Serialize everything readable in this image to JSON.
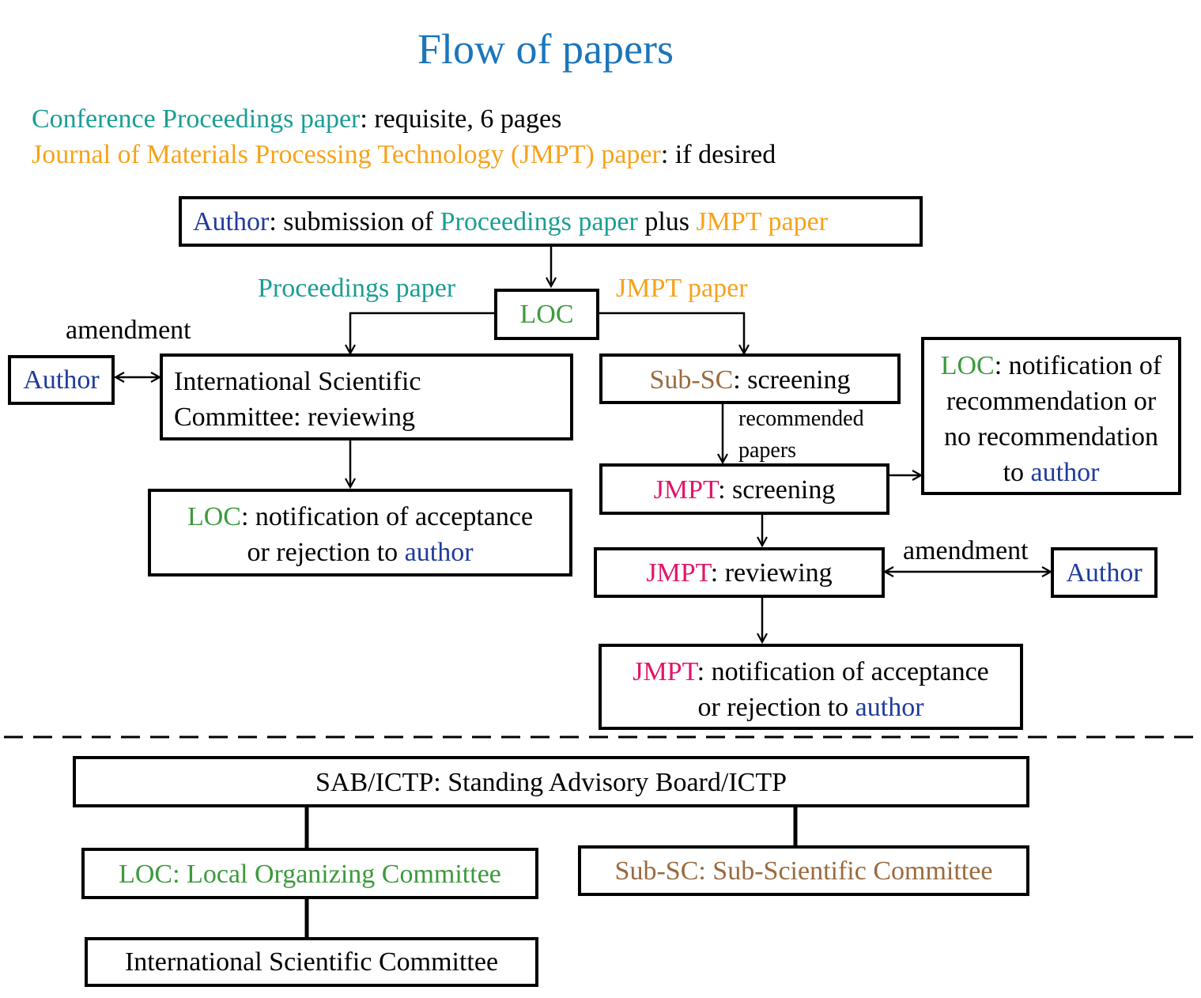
{
  "title": "Flow of papers",
  "legend": {
    "proceedings": {
      "name": "Conference Proceedings paper",
      "sep": ": ",
      "desc": "requisite, 6 pages"
    },
    "journal": {
      "name": "Journal of Materials Processing Technology (JMPT) paper",
      "sep": ": ",
      "desc": "if desired"
    }
  },
  "submission": {
    "author": "Author",
    "p1": ": submission of ",
    "proc": "Proceedings paper",
    "p2": " plus ",
    "jmpt": "JMPT paper"
  },
  "loc_center": "LOC",
  "branch_labels": {
    "left": "Proceedings paper",
    "right": "JMPT paper"
  },
  "amendment_left": "amendment",
  "author_left": "Author",
  "isc_review": {
    "line1": "International Scientific",
    "line2": "Committee: reviewing"
  },
  "loc_notify_left": {
    "loc": "LOC",
    "l1": ": notification of acceptance",
    "l2": "or rejection to ",
    "author": "author"
  },
  "subsc_screen": {
    "name": "Sub-SC",
    "rest": ": screening"
  },
  "recommended": {
    "line1": "recommended",
    "line2": "papers"
  },
  "loc_notify_right": {
    "loc": "LOC",
    "l1": ": notification of",
    "l2": "recommendation or",
    "l3": "no recommendation",
    "l4": "to ",
    "author": "author"
  },
  "jmpt_screen": {
    "name": "JMPT",
    "rest": ":  screening"
  },
  "jmpt_review": {
    "name": "JMPT",
    "rest": ":  reviewing"
  },
  "amendment_right": "amendment",
  "author_right": "Author",
  "jmpt_notify": {
    "name": "JMPT",
    "l1": ": notification of acceptance",
    "l2": "or rejection to ",
    "author": "author"
  },
  "org": {
    "sab": "SAB/ICTP: Standing Advisory Board/ICTP",
    "loc": "LOC: Local Organizing Committee",
    "subsc": "Sub-SC: Sub-Scientific Committee",
    "isc": "International Scientific Committee"
  },
  "colors": {
    "title": "#1b75bb",
    "teal": "#1a9e94",
    "orange": "#f7a21b",
    "navy": "#1f3b9b",
    "green": "#3c9a3c",
    "brown": "#9a6a3e",
    "magenta": "#e2156b"
  }
}
